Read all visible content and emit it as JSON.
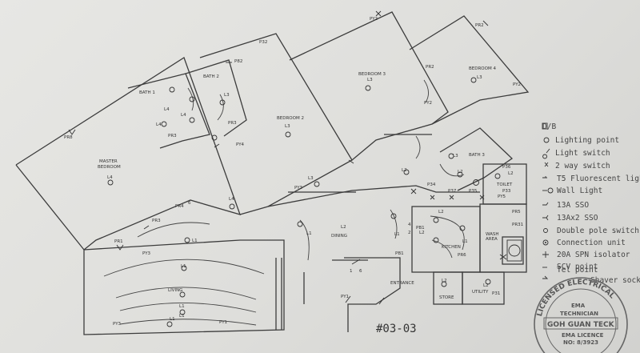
{
  "rooms": {
    "master_bedroom_1": "MASTER",
    "master_bedroom_2": "BEDROOM",
    "bath1": "BATH 1",
    "bath2": "BATH 2",
    "bedroom2": "BEDROOM 2",
    "bedroom3": "BEDROOM 3",
    "bedroom4": "BEDROOM 4",
    "bath3": "BATH 3",
    "toilet": "TOILET",
    "living": "LIVING",
    "dining": "DINING",
    "kitchen": "KITCHEN",
    "wash_1": "WASH",
    "wash_2": "AREA",
    "store": "STORE",
    "utility": "UTILITY",
    "entrance": "ENTRANCE"
  },
  "labels": {
    "py2_a": "PY2",
    "py2_b": "PY2",
    "pr2_a": "PR2",
    "pr2_b": "PR2",
    "p32": "P32",
    "p82": "P82",
    "py2_c": "PY2",
    "pr3_a": "PR3",
    "py4": "PY4",
    "pr8": "PR8",
    "pr3_b": "PR3",
    "pr4": "PR4",
    "pr1": "PR1",
    "py3": "PY3",
    "py3_b": "PY3",
    "p34": "P34",
    "p37": "P37",
    "p35": "P35",
    "p36": "P36",
    "p33": "P33",
    "py5": "PY5",
    "pr5": "PR5",
    "pr31": "PR31",
    "pb1": "PB1",
    "p31": "P31",
    "pr6": "PR6",
    "py1": "PY1",
    "py1_b": "PY1",
    "py3_c": "PY3",
    "l1_a": "L1",
    "l1_b": "L1",
    "l1_c": "L1",
    "l1_d": "L1",
    "l1_e": "L1",
    "l1_f": "L1",
    "l1_g": "L1",
    "l1_h": "L1",
    "l2_a": "L2",
    "l2_b": "L2",
    "l2_c": "L2",
    "l2_d": "L2",
    "l2_e": "L2",
    "l2_f": "L2",
    "l2_g": "L2",
    "l2_h": "L2",
    "l3_a": "L3",
    "l3_b": "L3",
    "l3_c": "L3",
    "l3_d": "L3",
    "l3_e": "L3",
    "l3_f": "L3",
    "l4_a": "L4",
    "l4_b": "L4",
    "l4_c": "L4",
    "l4_d": "L4",
    "l4_e": "L4",
    "n6": "6",
    "n2": "2",
    "n4": "4",
    "n1": "1",
    "n6b": "6"
  },
  "legend": [
    "D/B",
    "Lighting point",
    "Light switch",
    "2 way switch",
    "T5 Fluorescent light",
    "Wall Light",
    "13A SSO",
    "13Ax2 SSO",
    "Double pole switch",
    "Connection unit",
    "20A SPN isolator",
    "SCV point",
    "Tel point",
    "Shaver socket"
  ],
  "stamp": {
    "ring_text": "LICENSED ELECTRICAL",
    "line1": "EMA",
    "line2": "TECHNICIAN",
    "name": "GOH GUAN TECK",
    "line3": "EMA LICENCE",
    "line4": "NO: 8/3923"
  },
  "drawing_ref": "#03-03"
}
